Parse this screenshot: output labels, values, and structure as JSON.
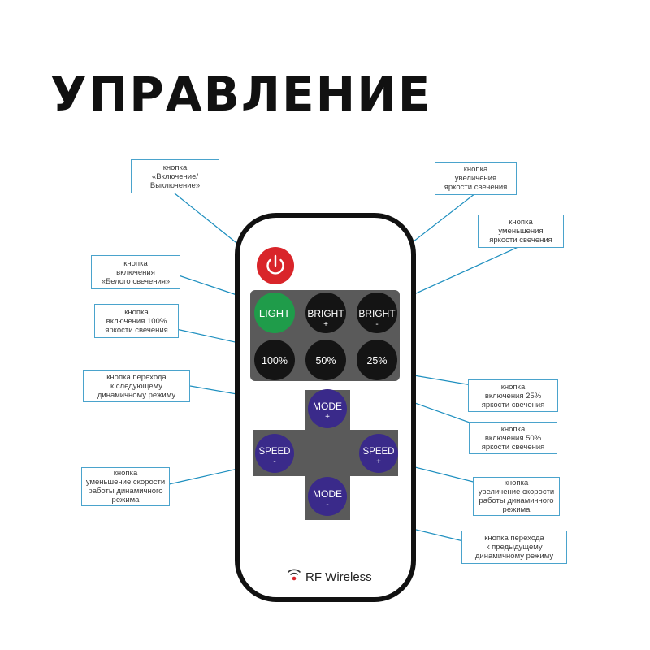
{
  "title": "УПРАВЛЕНИЕ",
  "colors": {
    "leader": "#1e8fbf",
    "box_border": "#4aa3cc",
    "power": "#d9252a",
    "light": "#1f9c4a",
    "dark_button": "#141414",
    "purple_button": "#3a2a8a",
    "panel": "#5a5a5a"
  },
  "remote": {
    "power_icon": "power-icon",
    "buttons": {
      "light": "LIGHT",
      "bright_up": "BRIGHT",
      "bright_up_sign": "+",
      "bright_down": "BRIGHT",
      "bright_down_sign": "-",
      "p100": "100%",
      "p50": "50%",
      "p25": "25%",
      "mode_up": "MODE",
      "mode_up_sign": "+",
      "speed_down": "SPEED",
      "speed_down_sign": "-",
      "speed_up": "SPEED",
      "speed_up_sign": "+",
      "mode_down": "MODE",
      "mode_down_sign": "-"
    },
    "rf_icon": "wireless-signal-icon",
    "rf_label": "RF Wireless"
  },
  "labels": {
    "power": [
      "кнопка",
      "«Включение/",
      "Выключение»"
    ],
    "bright_up": [
      "кнопка",
      "увеличения",
      "яркости свечения"
    ],
    "bright_down": [
      "кнопка",
      "уменьшения",
      "яркости свечения"
    ],
    "light": [
      "кнопка",
      "включения",
      "«Белого свечения»"
    ],
    "p100": [
      "кнопка",
      "включения 100%",
      "яркости свечения"
    ],
    "mode_up": [
      "кнопка перехода",
      "к следующему",
      "динамичному режиму"
    ],
    "p25": [
      "кнопка",
      "включения 25%",
      "яркости свечения"
    ],
    "p50": [
      "кнопка",
      "включения 50%",
      "яркости свечения"
    ],
    "speed_down": [
      "кнопка",
      "уменьшение скорости",
      "работы динамичного",
      "режима"
    ],
    "speed_up": [
      "кнопка",
      "увеличение скорости",
      "работы динамичного",
      "режима"
    ],
    "mode_down": [
      "кнопка перехода",
      "к предыдущему",
      "динамичному режиму"
    ]
  }
}
